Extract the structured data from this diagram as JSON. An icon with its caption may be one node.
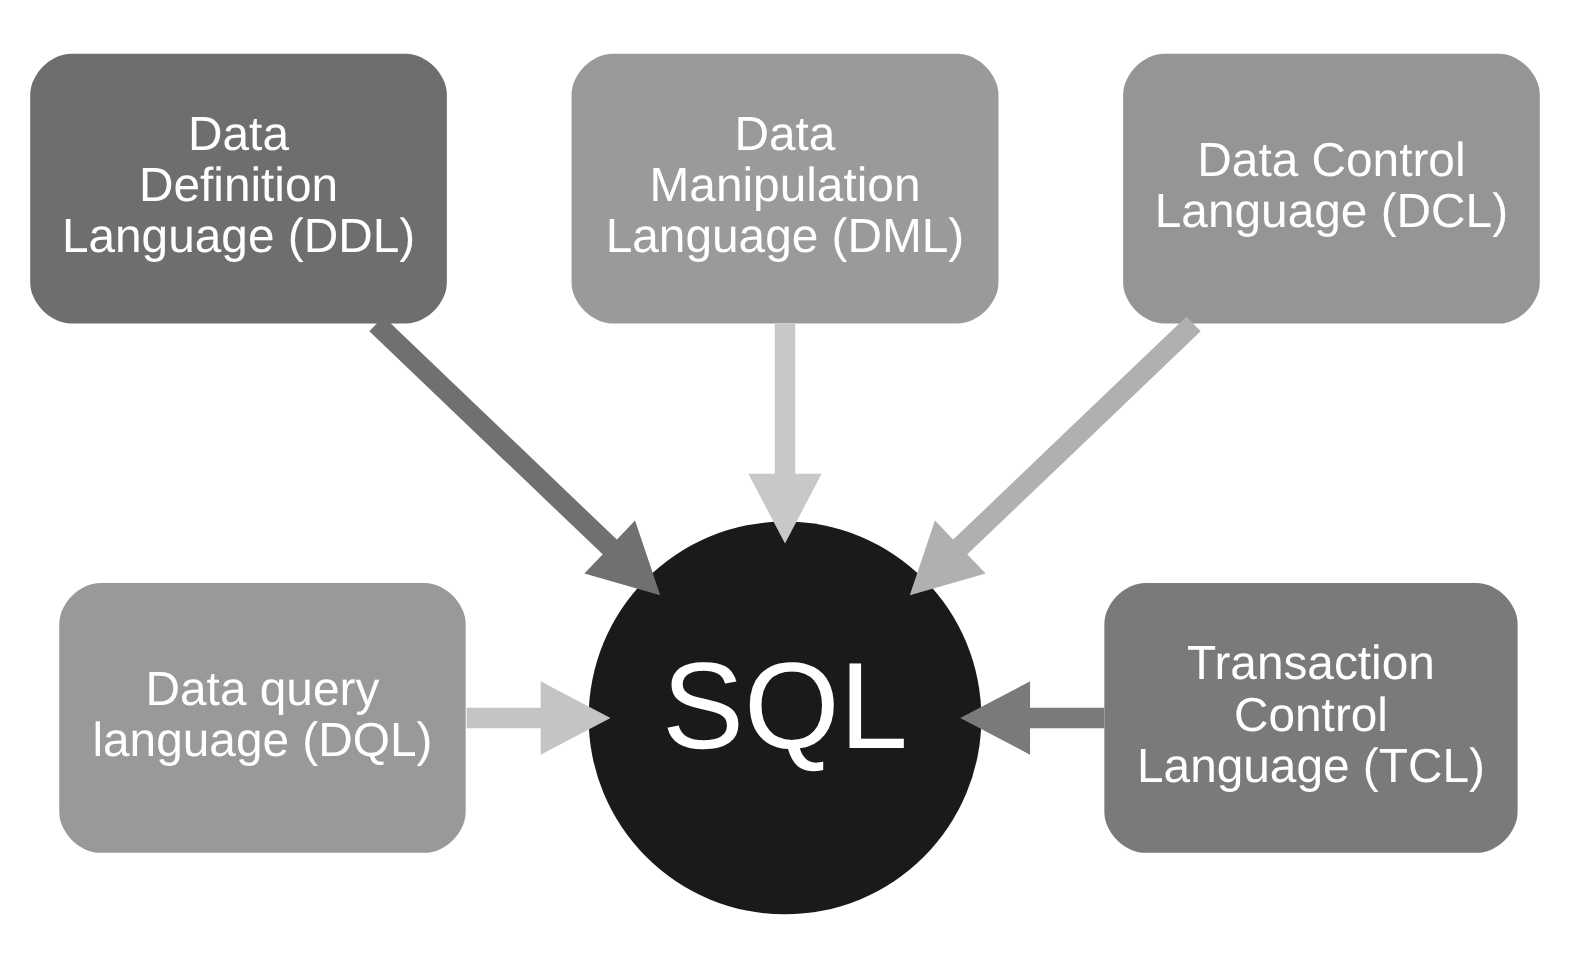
{
  "diagram": {
    "nodes": [
      {
        "text": [
          "Data Manipulation Language (DML)"
        ]
      },
      {
        "text": [
          "Data Definition Language (DDL)"
        ]
      },
      {
        "text": [
          "Data Control Language (DCL)"
        ]
      },
      {
        "text": [
          "Data query language (DQL)"
        ]
      },
      {
        "text": [
          "SQL"
        ]
      },
      {
        "text": [
          "Transaction Control Language (TCL)"
        ]
      }
    ],
    "edges": [
      {
        "from": 0,
        "to": 4,
        "arrow": "to",
        "color": "#c8c8c8"
      },
      {
        "from": 1,
        "to": 4,
        "arrow": "to",
        "color": "#707070"
      },
      {
        "from": 2,
        "to": 4,
        "arrow": "to",
        "color": "#b0b0b0"
      },
      {
        "from": 3,
        "to": 4,
        "arrow": "to",
        "color": "#c4c4c4"
      },
      {
        "from": 5,
        "to": 4,
        "arrow": "to",
        "color": "#7a7a7a"
      }
    ]
  }
}
